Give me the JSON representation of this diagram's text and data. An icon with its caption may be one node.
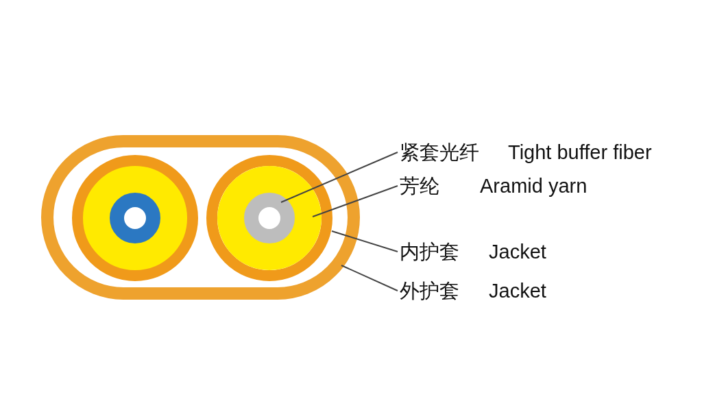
{
  "diagram": {
    "nodes": [
      {
        "text": [
          "紧套光纤",
          "Tight buffer fiber"
        ]
      },
      {
        "text": [
          "芳纶",
          "Aramid yarn"
        ]
      },
      {
        "text": [
          "内护套",
          "Jacket"
        ]
      },
      {
        "text": [
          "外护套",
          "Jacket"
        ]
      },
      {
        "text": [],
        "shape": "box"
      },
      {
        "text": [],
        "shape": "circle",
        "in": 4
      },
      {
        "text": [],
        "shape": "circle",
        "in": 5
      },
      {
        "text": [],
        "shape": "circle",
        "in": 6
      }
    ],
    "edges": [
      {
        "from": 0,
        "to": 7,
        "arrow": "none"
      },
      {
        "from": 1,
        "to": 6,
        "arrow": "none"
      },
      {
        "from": 2,
        "to": 5,
        "arrow": "none"
      },
      {
        "from": 3,
        "to": 4,
        "arrow": "none"
      }
    ]
  }
}
